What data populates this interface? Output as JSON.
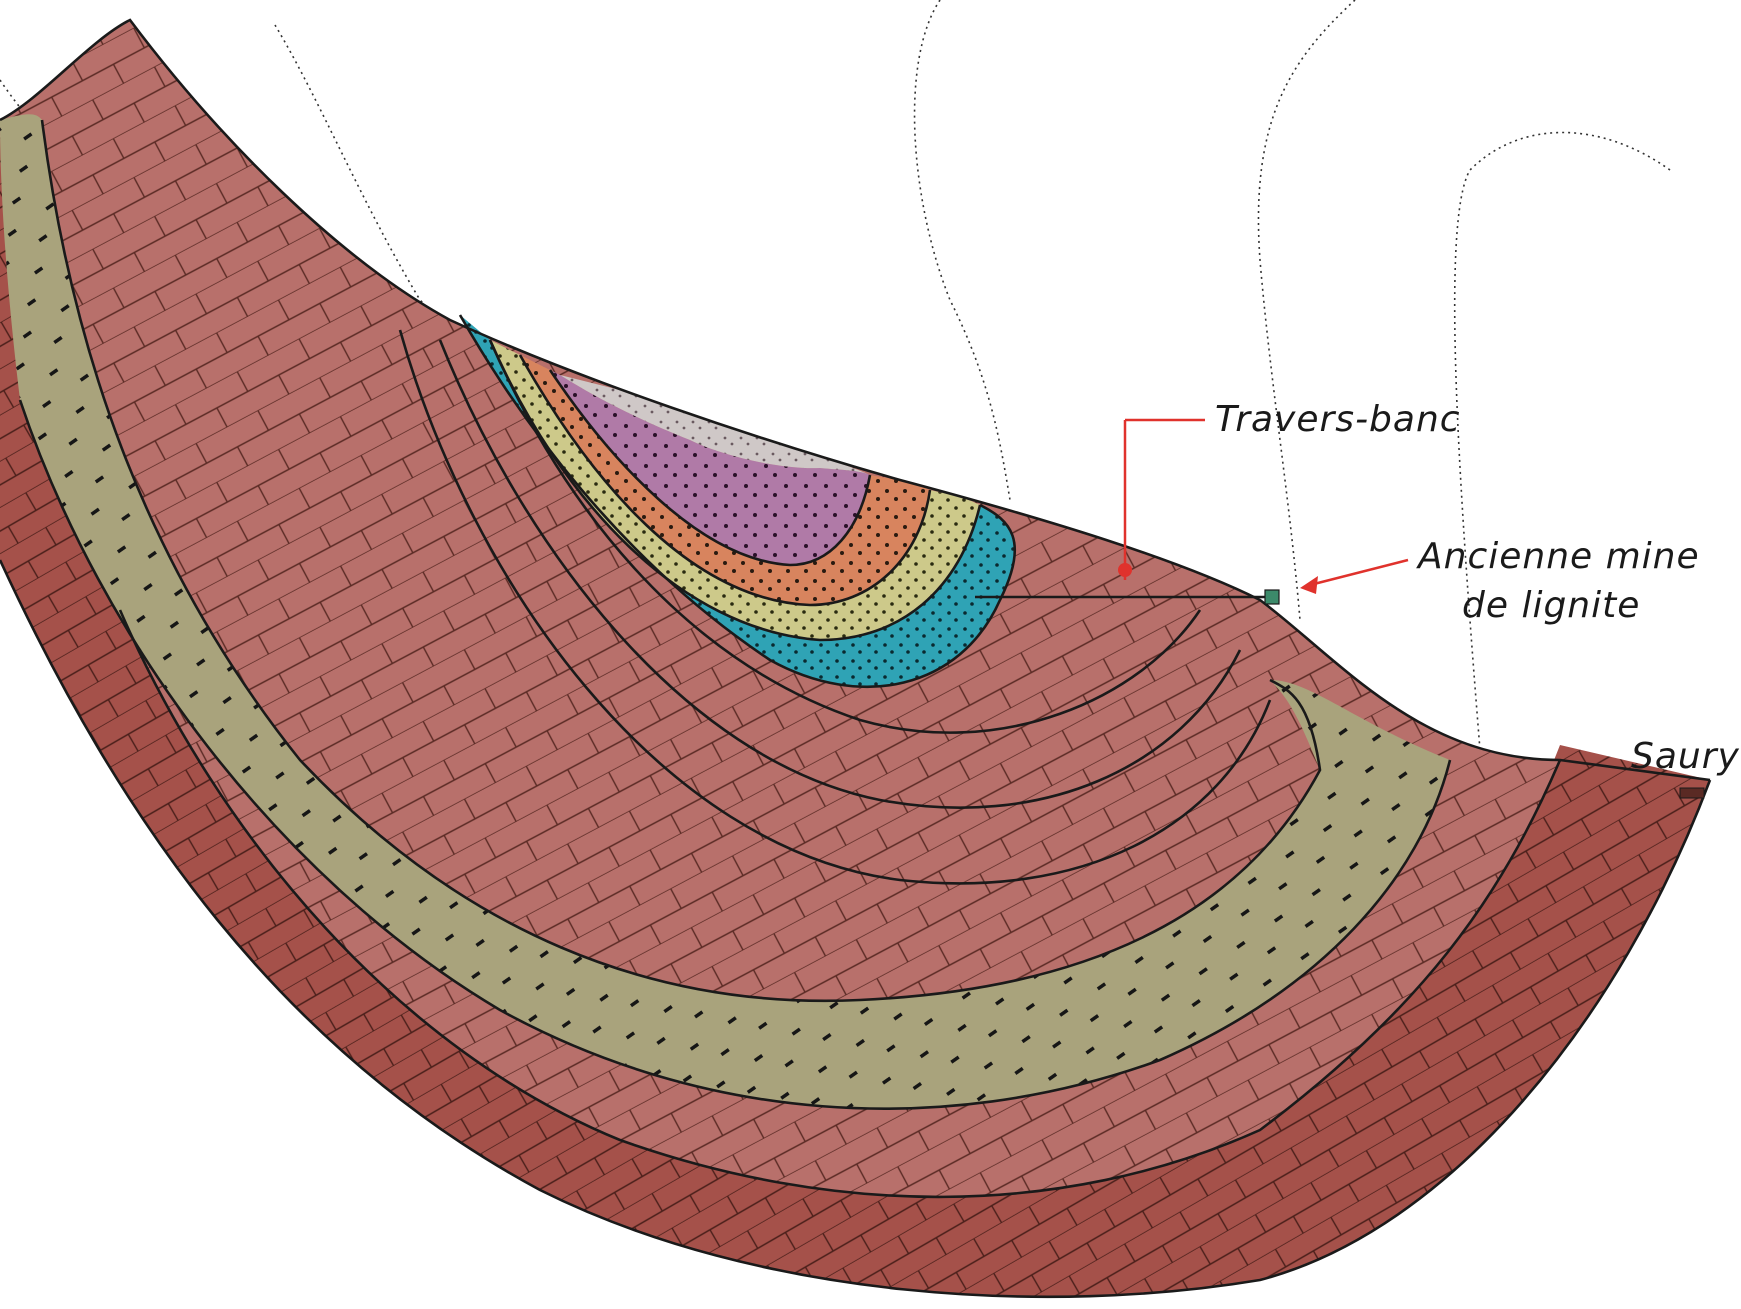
{
  "labels": {
    "travers_banc": "Travers-banc",
    "ancienne_mine_line1": "Ancienne mine",
    "ancienne_mine_line2": "de lignite",
    "saury": "Saury"
  },
  "colors": {
    "limestone": "#b8706b",
    "limestone_dark": "#9e4a40",
    "marl": "#a9a37c",
    "orange_sand": "#d8845e",
    "yellow_sand": "#cdc98a",
    "purple": "#b07aa7",
    "pale": "#cfc8c7",
    "teal": "#2fa3b5",
    "annotation": "#e0322c"
  },
  "legend_icons": [
    "brick-limestone-pattern",
    "dash-marl-pattern",
    "dot-sand-pattern"
  ]
}
